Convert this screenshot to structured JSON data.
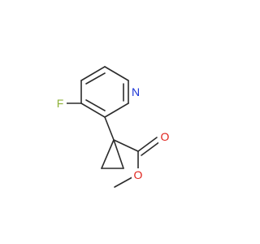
{
  "molecule": {
    "name": "",
    "atoms": [
      {
        "id": "F1",
        "label": "F",
        "color": "#8fb23a"
      },
      {
        "id": "N1",
        "label": "N",
        "color": "#1a33d6"
      },
      {
        "id": "O1",
        "label": "O",
        "color": "#e0231c"
      },
      {
        "id": "O2",
        "label": "O",
        "color": "#e0231c"
      }
    ],
    "bond_color": "#2b2b2b"
  }
}
